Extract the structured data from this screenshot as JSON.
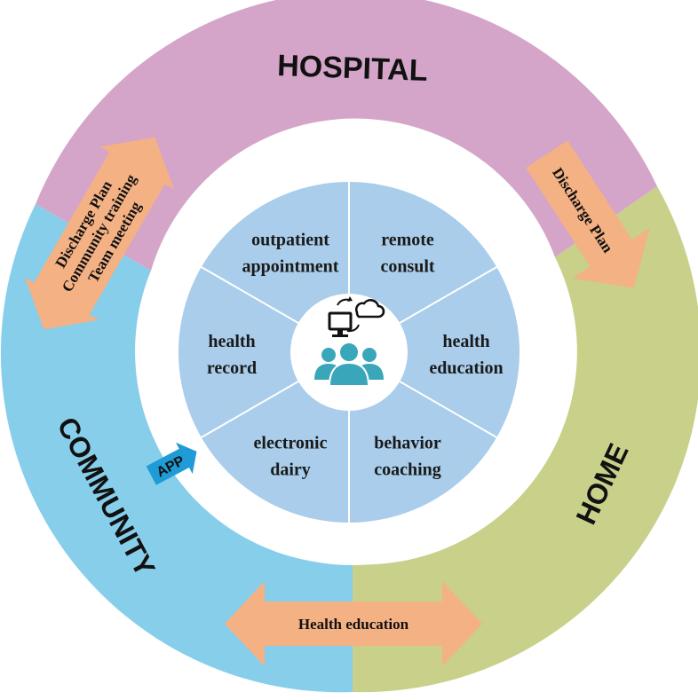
{
  "rings": {
    "hospital": {
      "label": "HOSPITAL",
      "color": "#d4a5c9"
    },
    "community": {
      "label": "COMMUNITY",
      "color": "#87ceeb"
    },
    "home": {
      "label": "HOME",
      "color": "#c8d08a"
    }
  },
  "arrows": {
    "left": {
      "lines": [
        "Discharge Plan",
        "Community training",
        "Team meeting"
      ],
      "color": "#f4b183"
    },
    "right": {
      "label": "Discharge Plan",
      "color": "#f4b183"
    },
    "bottom": {
      "label": "Health education",
      "color": "#f4b183"
    }
  },
  "app_badge": {
    "label": "APP",
    "color": "#1f9bd7"
  },
  "segments": [
    {
      "lines": [
        "outpatient",
        "appointment"
      ]
    },
    {
      "lines": [
        "remote",
        "consult"
      ]
    },
    {
      "lines": [
        "health",
        "education"
      ]
    },
    {
      "lines": [
        "behavior",
        "coaching"
      ]
    },
    {
      "lines": [
        "electronic",
        "dairy"
      ]
    },
    {
      "lines": [
        "health",
        "record"
      ]
    }
  ],
  "center_icon": {
    "name": "telemedicine-people-icon",
    "color": "#3aa6b9"
  },
  "colors": {
    "segment_fill": "#a9cdea",
    "segment_divider": "#ffffff",
    "inner_gap": "#ffffff"
  }
}
